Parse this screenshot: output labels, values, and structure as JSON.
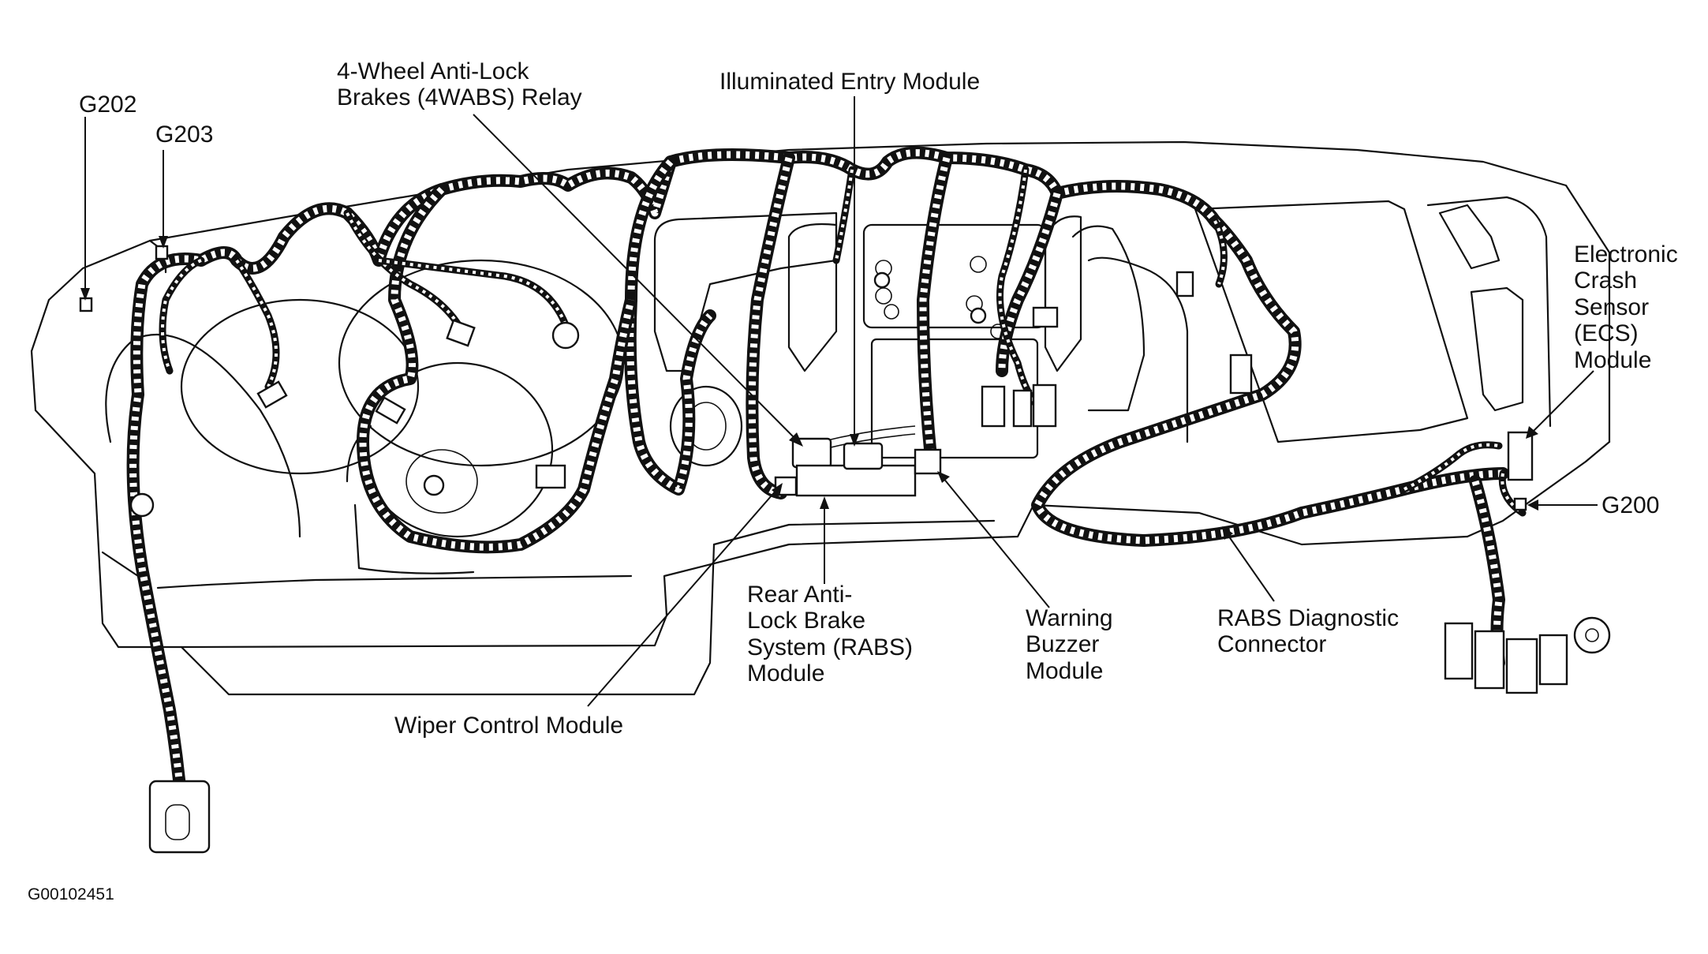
{
  "labels": {
    "g202": "G202",
    "g203": "G203",
    "relay": [
      "4-Wheel Anti-Lock",
      "Brakes (4WABS) Relay"
    ],
    "illuminated_entry": "Illuminated Entry Module",
    "ecs": [
      "Electronic",
      "Crash",
      "Sensor",
      "(ECS)",
      "Module"
    ],
    "g200": "G200",
    "rabs_module": [
      "Rear Anti-",
      "Lock Brake",
      "System (RABS)",
      "Module"
    ],
    "warning_buzzer": [
      "Warning",
      "Buzzer",
      "Module"
    ],
    "rabs_diagnostic": [
      "RABS Diagnostic",
      "Connector"
    ],
    "wiper_control": "Wiper Control Module",
    "figure_id": "G00102451"
  }
}
